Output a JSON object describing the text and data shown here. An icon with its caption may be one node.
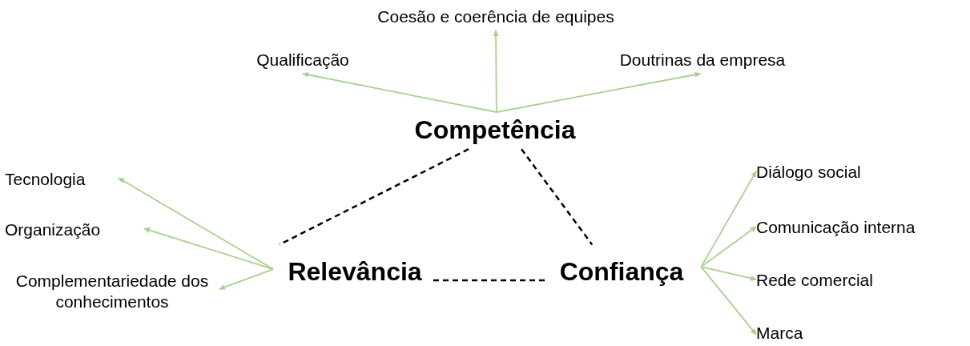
{
  "diagram": {
    "nodes": [
      {
        "text": [
          "Competência"
        ]
      },
      {
        "text": [
          "Relevância"
        ]
      },
      {
        "text": [
          "Confiança"
        ]
      },
      {
        "text": [
          "Coesão e coerência de equipes"
        ]
      },
      {
        "text": [
          "Qualificação"
        ]
      },
      {
        "text": [
          "Doutrinas da empresa"
        ]
      },
      {
        "text": [
          "Tecnologia"
        ]
      },
      {
        "text": [
          "Organização"
        ]
      },
      {
        "text": [
          "Complementariedade dos conhecimentos"
        ]
      },
      {
        "text": [
          "Diálogo social"
        ]
      },
      {
        "text": [
          "Comunicação interna"
        ]
      },
      {
        "text": [
          "Rede comercial"
        ]
      },
      {
        "text": [
          "Marca"
        ]
      }
    ],
    "edges": [
      {
        "from": 0,
        "to": 3,
        "arrow": "to"
      },
      {
        "from": 0,
        "to": 4,
        "arrow": "to"
      },
      {
        "from": 0,
        "to": 5,
        "arrow": "to"
      },
      {
        "from": 1,
        "to": 6,
        "arrow": "to"
      },
      {
        "from": 1,
        "to": 7,
        "arrow": "to"
      },
      {
        "from": 1,
        "to": 8,
        "arrow": "to"
      },
      {
        "from": 2,
        "to": 9,
        "arrow": "to"
      },
      {
        "from": 2,
        "to": 10,
        "arrow": "to"
      },
      {
        "from": 2,
        "to": 11,
        "arrow": "to"
      },
      {
        "from": 2,
        "to": 12,
        "arrow": "to"
      },
      {
        "from": 0,
        "to": 1,
        "arrow": "none",
        "style": "dashed",
        "color": "#000000"
      },
      {
        "from": 0,
        "to": 2,
        "arrow": "none",
        "style": "dashed",
        "color": "#000000"
      },
      {
        "from": 1,
        "to": 2,
        "arrow": "none",
        "style": "dashed",
        "color": "#000000"
      }
    ]
  }
}
